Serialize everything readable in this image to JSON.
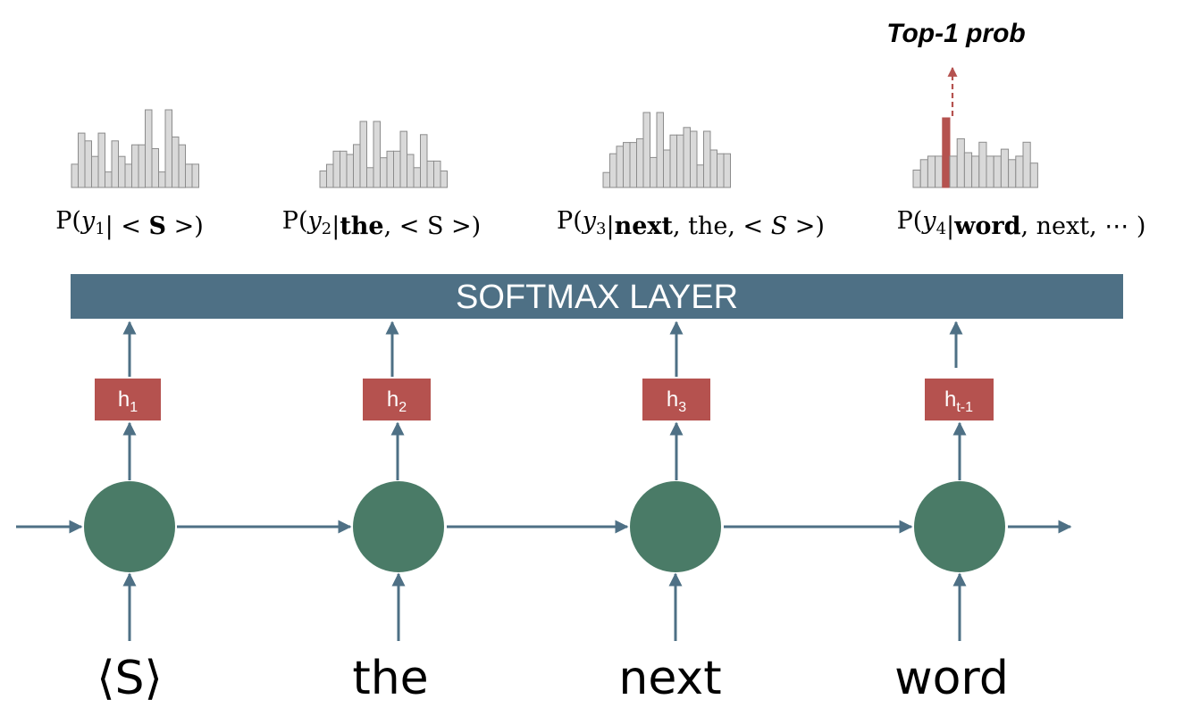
{
  "softmax": {
    "label": "SOFTMAX LAYER",
    "color": "#4e7085"
  },
  "annotation": {
    "text": "Top-1 prob",
    "color": "#b5524f"
  },
  "colors": {
    "cell": "#4a7b67",
    "hidden": "#b5524f",
    "arrow": "#4e7085",
    "bar_fill": "#d9d9d9",
    "bar_stroke": "#8c8c8c",
    "top_bar": "#b5524f"
  },
  "steps": [
    {
      "input": "⟨S⟩",
      "hidden": {
        "base": "h",
        "sub": "1"
      },
      "prob": [
        {
          "t": "P(",
          "i": false,
          "b": false
        },
        {
          "t": "y",
          "i": true,
          "b": false
        },
        {
          "t": "1",
          "i": false,
          "b": false,
          "sub": true
        },
        {
          "t": "| < ",
          "i": false,
          "b": false
        },
        {
          "t": "S",
          "i": false,
          "b": true
        },
        {
          "t": " >)",
          "i": false,
          "b": false
        }
      ],
      "dist": [
        0.3,
        0.7,
        0.6,
        0.4,
        0.7,
        0.2,
        0.6,
        0.4,
        0.3,
        0.55,
        0.55,
        1.0,
        0.5,
        0.2,
        1.0,
        0.65,
        0.55,
        0.3,
        0.3
      ]
    },
    {
      "input": "the",
      "hidden": {
        "base": "h",
        "sub": "2"
      },
      "prob": [
        {
          "t": "P(",
          "i": false,
          "b": false
        },
        {
          "t": "y",
          "i": true,
          "b": false
        },
        {
          "t": "2",
          "i": false,
          "b": false,
          "sub": true
        },
        {
          "t": "|",
          "i": false,
          "b": false
        },
        {
          "t": "the",
          "i": false,
          "b": true
        },
        {
          "t": ", < S >)",
          "i": false,
          "b": false
        }
      ],
      "dist": [
        0.25,
        0.35,
        0.55,
        0.55,
        0.5,
        0.65,
        1.0,
        0.3,
        1.0,
        0.45,
        0.55,
        0.55,
        0.85,
        0.5,
        0.3,
        0.8,
        0.4,
        0.4,
        0.25
      ]
    },
    {
      "input": "next",
      "hidden": {
        "base": "h",
        "sub": "3"
      },
      "prob": [
        {
          "t": "P(",
          "i": false,
          "b": false
        },
        {
          "t": "y",
          "i": true,
          "b": false
        },
        {
          "t": "3",
          "i": false,
          "b": false,
          "sub": true
        },
        {
          "t": "|",
          "i": false,
          "b": false
        },
        {
          "t": "next",
          "i": false,
          "b": true
        },
        {
          "t": ", the, < ",
          "i": false,
          "b": false
        },
        {
          "t": "S",
          "i": true,
          "b": false
        },
        {
          "t": " >)",
          "i": false,
          "b": false
        }
      ],
      "dist": [
        0.2,
        0.45,
        0.55,
        0.6,
        0.6,
        0.65,
        1.0,
        0.4,
        1.0,
        0.5,
        0.7,
        0.7,
        0.8,
        0.75,
        0.3,
        0.75,
        0.5,
        0.45,
        0.45
      ]
    },
    {
      "input": "word",
      "hidden": {
        "base": "h",
        "sub": "t-1"
      },
      "prob": [
        {
          "t": "P(",
          "i": false,
          "b": false
        },
        {
          "t": "y",
          "i": true,
          "b": false
        },
        {
          "t": "4",
          "i": false,
          "b": false,
          "sub": true
        },
        {
          "t": "|",
          "i": false,
          "b": false
        },
        {
          "t": "word",
          "i": false,
          "b": true
        },
        {
          "t": ", next, ⋯ )",
          "i": false,
          "b": false
        }
      ],
      "dist": [
        0.25,
        0.4,
        0.45,
        0.45,
        1.0,
        0.45,
        0.7,
        0.5,
        0.45,
        0.65,
        0.45,
        0.45,
        0.55,
        0.4,
        0.45,
        0.65,
        0.35
      ],
      "top_index": 4
    }
  ]
}
